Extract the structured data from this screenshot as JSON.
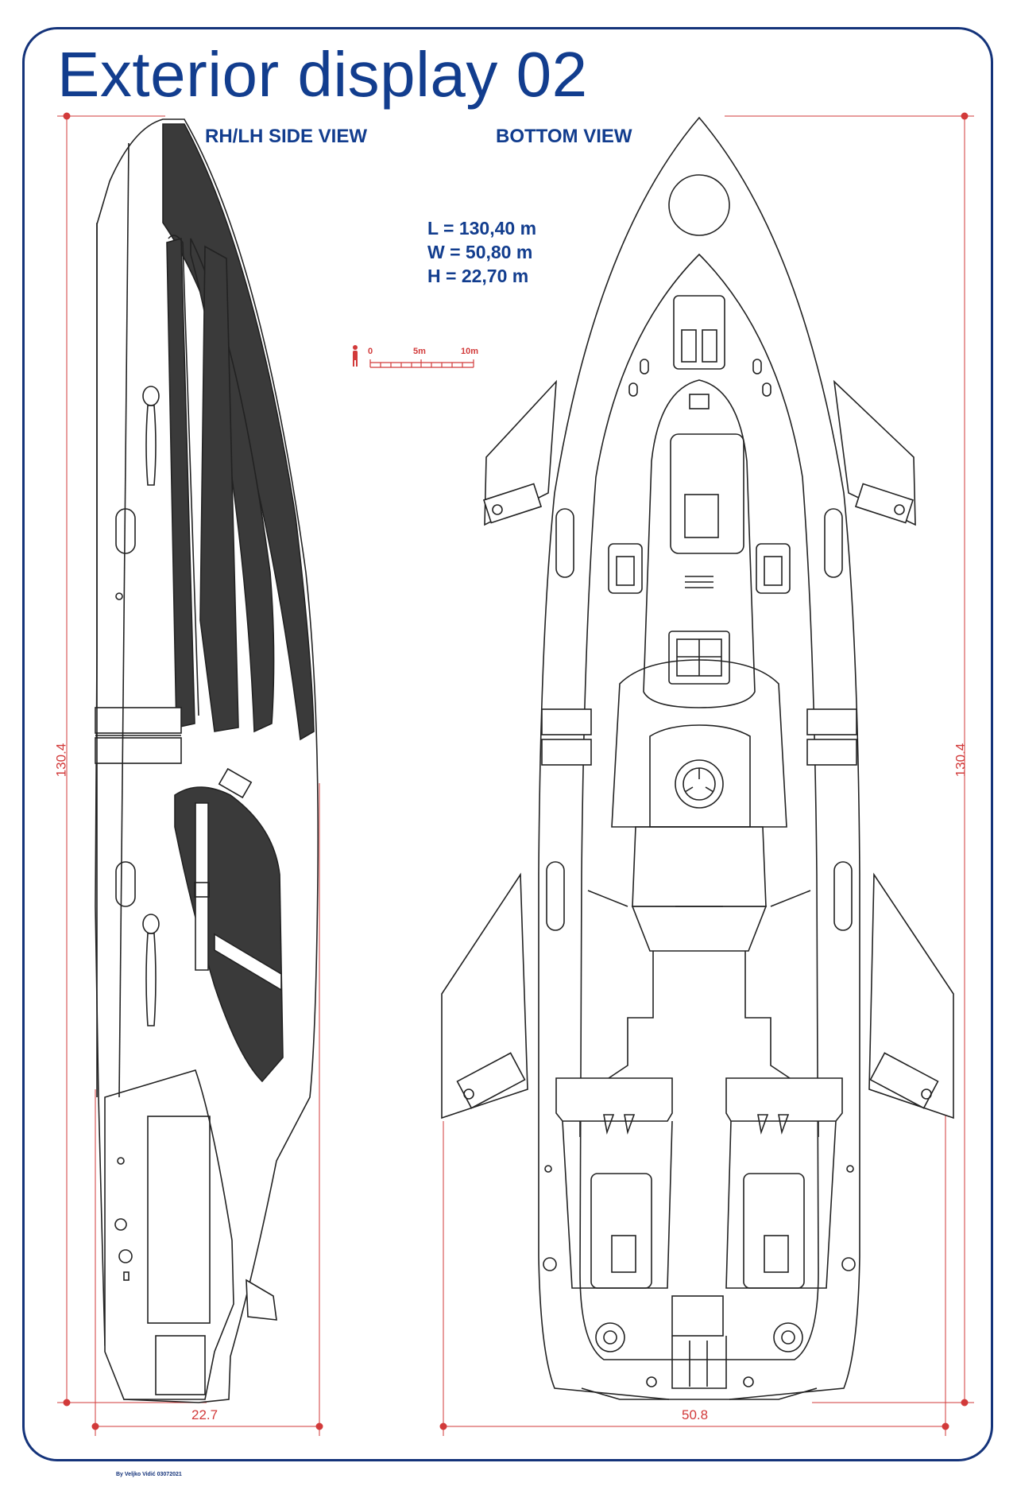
{
  "title": "Exterior display 02",
  "views": {
    "side": "RH/LH SIDE VIEW",
    "bottom": "BOTTOM VIEW"
  },
  "specs": {
    "length": "L  = 130,40 m",
    "width": "W = 50,80 m",
    "height": "H  = 22,70 m"
  },
  "scale": {
    "zero": "0",
    "mid": "5m",
    "end": "10m"
  },
  "dimensions": {
    "side_length": "130.4",
    "side_height": "22.7",
    "bottom_length": "130.4",
    "bottom_width": "50.8"
  },
  "credit": "By Veljko Vidić 03072021",
  "colors": {
    "frame": "#14337a",
    "heading": "#123d8e",
    "dimension": "#d23a3a",
    "panel": "#3a3a3a",
    "line": "#222222"
  }
}
